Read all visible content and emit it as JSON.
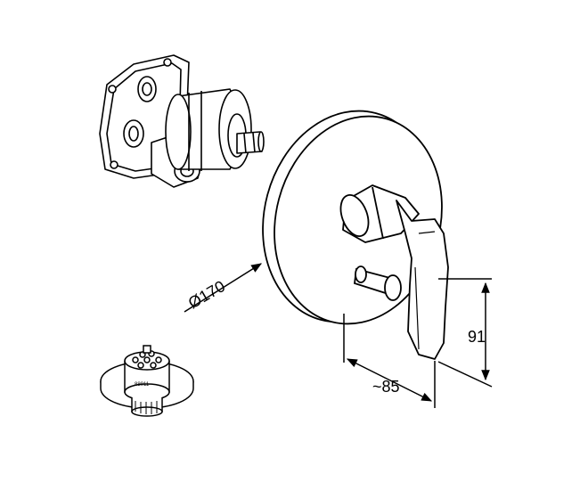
{
  "diagram": {
    "dimensions": {
      "diameter_label": "Ø170",
      "height_label": "91",
      "depth_label": "~85"
    },
    "cartridge_label": "88011"
  },
  "colors": {
    "line": "#000000",
    "background": "#ffffff"
  }
}
